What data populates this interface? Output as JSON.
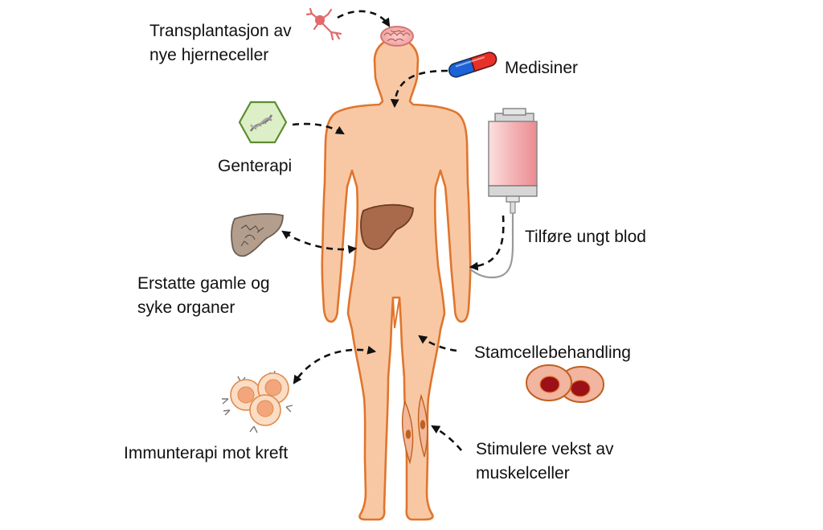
{
  "labels": {
    "transplantasjon": [
      "Transplantasjon av",
      "nye hjerneceller"
    ],
    "medisiner": [
      "Medisiner"
    ],
    "genterapi": [
      "Genterapi"
    ],
    "tilfore_blod": [
      "Tilføre ungt blod"
    ],
    "erstatte_organer": [
      "Erstatte gamle og",
      "syke organer"
    ],
    "stamcelle": [
      "Stamcellebehandling"
    ],
    "immunterapi": [
      "Immunterapi mot kreft"
    ],
    "muskelceller": [
      "Stimulere vekst av",
      "muskelceller"
    ]
  },
  "colors": {
    "skin": "#f8c8a4",
    "skin_outline": "#e0752d",
    "brain": "#f0aaa8",
    "neuron": "#e26a6a",
    "pill_blue": "#1c63d8",
    "pill_red": "#e8302a",
    "dna_hexagon": "#dcefc6",
    "dna_outline": "#5d8c32",
    "liver": "#a86a4a",
    "old_liver": "#b39e8e",
    "iv_bag": "#f2a6a8",
    "stem_cell": "#f1b5a0",
    "stem_nucleus": "#9b1117",
    "immune_cell": "#fbdcc4",
    "immune_nucleus": "#f3a67c",
    "arrow": "#111111"
  },
  "icons": [
    "neuron-icon",
    "brain-icon",
    "pill-icon",
    "dna-hexagon-icon",
    "iv-bag-icon",
    "liver-icon",
    "old-liver-icon",
    "stem-cells-icon",
    "immune-cells-icon",
    "muscle-cells-icon"
  ]
}
